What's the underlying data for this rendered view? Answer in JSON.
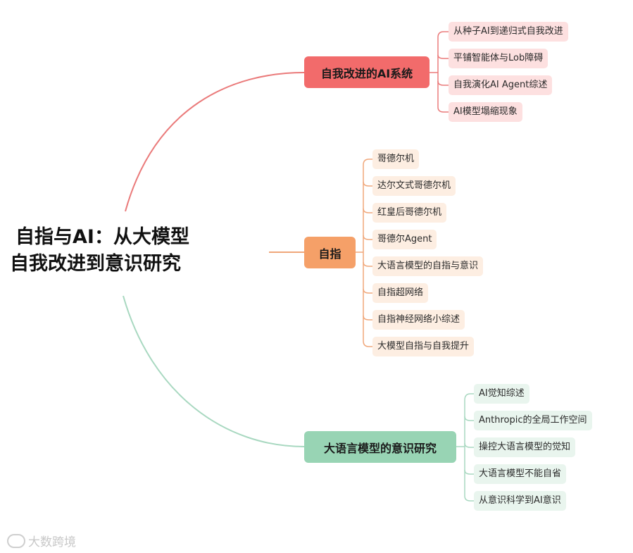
{
  "root": {
    "line1": "自指与AI：从大模型",
    "line2": "自我改进到意识研究"
  },
  "branches": [
    {
      "label": "自我改进的AI系统",
      "color": "#f26b6b",
      "line_color": "#ea7a7a",
      "leaves": [
        "从种子AI到递归式自我改进",
        "平铺智能体与Lob障碍",
        "自我演化AI Agent综述",
        "AI模型塌缩现象"
      ]
    },
    {
      "label": "自指",
      "color": "#f5a068",
      "line_color": "#f0a77a",
      "leaves": [
        "哥德尔机",
        "达尔文式哥德尔机",
        "红皇后哥德尔机",
        "哥德尔Agent",
        "大语言模型的自指与意识",
        "自指超网络",
        "自指神经网络小综述",
        "大模型自指与自我提升"
      ]
    },
    {
      "label": "大语言模型的意识研究",
      "color": "#98d4b4",
      "line_color": "#a8d8c0",
      "leaves": [
        "AI觉知综述",
        "Anthropic的全局工作空间",
        "操控大语言模型的觉知",
        "大语言模型不能自省",
        "从意识科学到AI意识"
      ]
    }
  ],
  "watermark": "大数跨境"
}
